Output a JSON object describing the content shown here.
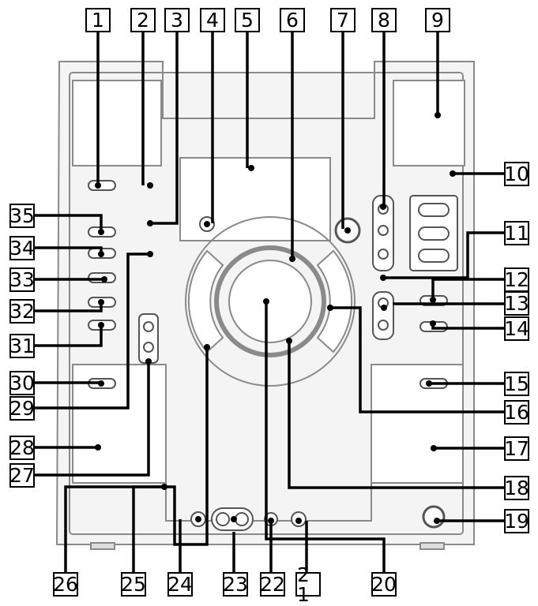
{
  "diagram": {
    "callouts": [
      "1",
      "2",
      "3",
      "4",
      "5",
      "6",
      "7",
      "8",
      "9",
      "10",
      "11",
      "12",
      "13",
      "14",
      "15",
      "16",
      "17",
      "18",
      "19",
      "20",
      "2 1",
      "22",
      "23",
      "24",
      "25",
      "26",
      "27",
      "28",
      "29",
      "30",
      "31",
      "32",
      "33",
      "34",
      "35"
    ]
  },
  "colors": {
    "line": "#000000",
    "device_outline": "#8a8a8a",
    "device_fill": "#f4f4f4",
    "background": "#ffffff"
  },
  "icons": [
    "callout-box",
    "leader-line",
    "knob",
    "button"
  ]
}
